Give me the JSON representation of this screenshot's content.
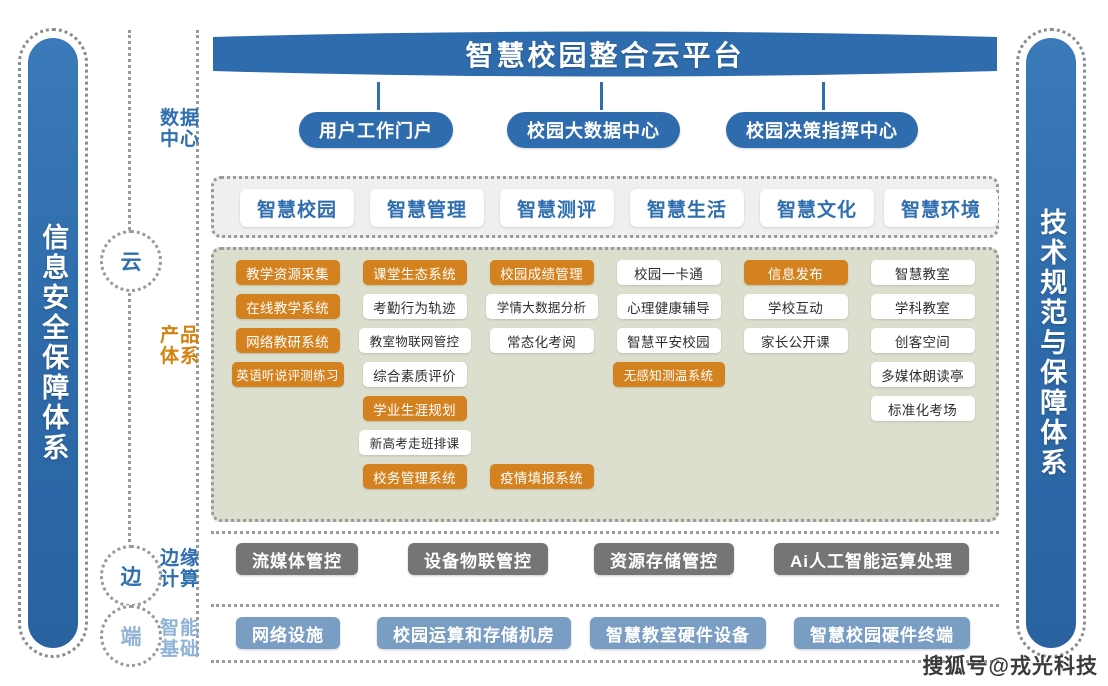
{
  "banner": {
    "title": "智慧校园整合云平台"
  },
  "sides": {
    "left": "信息安全保障体系",
    "right": "技术规范与保障体系"
  },
  "layers": {
    "circles": [
      {
        "label": "云",
        "name": "cloud"
      },
      {
        "label": "边",
        "name": "edge"
      },
      {
        "label": "端",
        "name": "device"
      }
    ],
    "labels": [
      {
        "line1": "数据",
        "line2": "中心",
        "color": "#2f6fb0"
      },
      {
        "line1": "产品",
        "line2": "体系",
        "color": "#d2820f"
      },
      {
        "line1": "边缘",
        "line2": "计算",
        "color": "#2f6fb0"
      },
      {
        "line1": "智能",
        "line2": "基础",
        "color": "#8fb3d6"
      }
    ]
  },
  "data_center": {
    "pills": [
      "用户工作门户",
      "校园大数据中心",
      "校园决策指挥中心"
    ]
  },
  "categories": [
    "智慧校园",
    "智慧管理",
    "智慧测评",
    "智慧生活",
    "智慧文化",
    "智慧环境"
  ],
  "products": [
    {
      "category": "智慧校园",
      "items": [
        {
          "label": "教学资源采集",
          "style": "orange"
        },
        {
          "label": "在线教学系统",
          "style": "orange"
        },
        {
          "label": "网络教研系统",
          "style": "orange"
        },
        {
          "label": "英语听说评测练习",
          "style": "orange",
          "wide": true
        }
      ]
    },
    {
      "category": "智慧管理",
      "items": [
        {
          "label": "课堂生态系统",
          "style": "orange"
        },
        {
          "label": "考勤行为轨迹",
          "style": "white"
        },
        {
          "label": "教室物联网管控",
          "style": "white",
          "wide": true
        },
        {
          "label": "综合素质评价",
          "style": "white"
        },
        {
          "label": "学业生涯规划",
          "style": "orange"
        },
        {
          "label": "新高考走班排课",
          "style": "white",
          "wide": true
        },
        {
          "label": "校务管理系统",
          "style": "orange"
        }
      ]
    },
    {
      "category": "智慧测评",
      "items": [
        {
          "label": "校园成绩管理",
          "style": "orange"
        },
        {
          "label": "学情大数据分析",
          "style": "white",
          "wide": true
        },
        {
          "label": "常态化考阅",
          "style": "white"
        },
        {
          "label": "",
          "style": "spacer"
        },
        {
          "label": "",
          "style": "spacer"
        },
        {
          "label": "",
          "style": "spacer"
        },
        {
          "label": "疫情填报系统",
          "style": "orange"
        }
      ]
    },
    {
      "category": "智慧生活",
      "items": [
        {
          "label": "校园一卡通",
          "style": "white"
        },
        {
          "label": "心理健康辅导",
          "style": "white"
        },
        {
          "label": "智慧平安校园",
          "style": "white"
        },
        {
          "label": "无感知测温系统",
          "style": "orange",
          "wide": true
        }
      ]
    },
    {
      "category": "智慧文化",
      "items": [
        {
          "label": "信息发布",
          "style": "orange"
        },
        {
          "label": "学校互动",
          "style": "white"
        },
        {
          "label": "家长公开课",
          "style": "white"
        }
      ]
    },
    {
      "category": "智慧环境",
      "items": [
        {
          "label": "智慧教室",
          "style": "white"
        },
        {
          "label": "学科教室",
          "style": "white"
        },
        {
          "label": "创客空间",
          "style": "white"
        },
        {
          "label": "多媒体朗读亭",
          "style": "white"
        },
        {
          "label": "标准化考场",
          "style": "white"
        }
      ]
    }
  ],
  "edge_computing": [
    "流媒体管控",
    "设备物联管控",
    "资源存储管控",
    "Ai人工智能运算处理"
  ],
  "smart_base": [
    "网络设施",
    "校园运算和存储机房",
    "智慧教室硬件设备",
    "智慧校园硬件终端"
  ],
  "watermark": "搜狐号@戎光科技",
  "colors": {
    "brand_blue": "#2f6cae",
    "accent_orange": "#d4821f",
    "edge_gray": "#757575",
    "base_blue": "#7a9dc4",
    "product_bg": "#dcdece",
    "category_bg": "#efefee"
  }
}
